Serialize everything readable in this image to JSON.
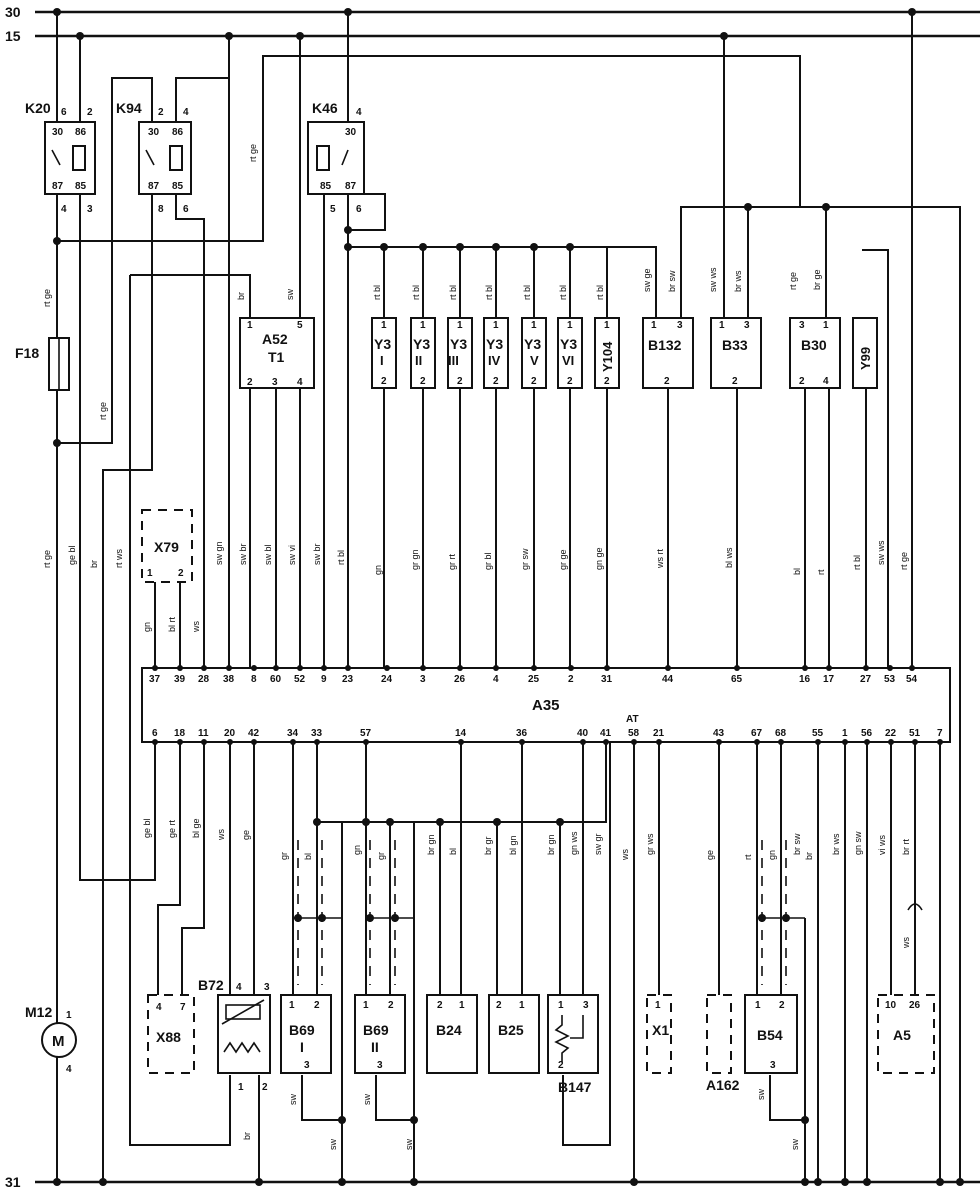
{
  "rails": [
    {
      "id": "30",
      "label": "30"
    },
    {
      "id": "15",
      "label": "15"
    },
    {
      "id": "31",
      "label": "31"
    }
  ],
  "components": {
    "K20": {
      "label": "K20",
      "pins": [
        "6",
        "2",
        "30",
        "86",
        "87",
        "85",
        "4",
        "3"
      ]
    },
    "K94": {
      "label": "K94",
      "pins": [
        "2",
        "4",
        "30",
        "86",
        "87",
        "85",
        "8",
        "6"
      ]
    },
    "K46": {
      "label": "K46",
      "pins": [
        "4",
        "30",
        "85",
        "87",
        "5",
        "6"
      ]
    },
    "F18": {
      "label": "F18"
    },
    "A52": {
      "label": "A52",
      "sub": "T1",
      "pins": [
        "1",
        "5",
        "2",
        "3",
        "4"
      ]
    },
    "Y3_I": {
      "label": "Y3",
      "sub": "I",
      "pins": [
        "1",
        "2"
      ]
    },
    "Y3_II": {
      "label": "Y3",
      "sub": "II",
      "pins": [
        "1",
        "2"
      ]
    },
    "Y3_III": {
      "label": "Y3",
      "sub": "III",
      "pins": [
        "1",
        "2"
      ]
    },
    "Y3_IV": {
      "label": "Y3",
      "sub": "IV",
      "pins": [
        "1",
        "2"
      ]
    },
    "Y3_V": {
      "label": "Y3",
      "sub": "V",
      "pins": [
        "1",
        "2"
      ]
    },
    "Y3_VI": {
      "label": "Y3",
      "sub": "VI",
      "pins": [
        "1",
        "2"
      ]
    },
    "Y104": {
      "label": "Y104",
      "pins": [
        "1",
        "2"
      ]
    },
    "B132": {
      "label": "B132",
      "pins": [
        "1",
        "3",
        "2"
      ]
    },
    "B33": {
      "label": "B33",
      "pins": [
        "1",
        "3",
        "2"
      ]
    },
    "B30": {
      "label": "B30",
      "pins": [
        "3",
        "1",
        "2",
        "4"
      ]
    },
    "Y99": {
      "label": "Y99"
    },
    "X79": {
      "label": "X79",
      "pins": [
        "1",
        "2"
      ]
    },
    "A35": {
      "label": "A35",
      "at": "AT",
      "top_pins": [
        "37",
        "39",
        "28",
        "38",
        "8",
        "60",
        "52",
        "9",
        "23",
        "24",
        "3",
        "26",
        "4",
        "25",
        "2",
        "31",
        "44",
        "65",
        "16",
        "17",
        "27",
        "53",
        "54"
      ],
      "bottom_pins": [
        "6",
        "18",
        "11",
        "20",
        "42",
        "34",
        "33",
        "57",
        "14",
        "36",
        "40",
        "41",
        "58",
        "21",
        "43",
        "67",
        "68",
        "55",
        "1",
        "56",
        "22",
        "51",
        "7"
      ]
    },
    "M12": {
      "label": "M12",
      "symbol": "M",
      "pins": [
        "1",
        "4"
      ]
    },
    "X88": {
      "label": "X88",
      "pins": [
        "4",
        "7"
      ]
    },
    "B72": {
      "label": "B72",
      "pins": [
        "4",
        "3",
        "1",
        "2"
      ]
    },
    "B69_I": {
      "label": "B69",
      "sub": "I",
      "pins": [
        "1",
        "2",
        "3"
      ]
    },
    "B69_II": {
      "label": "B69",
      "sub": "II",
      "pins": [
        "1",
        "2",
        "3"
      ]
    },
    "B24": {
      "label": "B24",
      "pins": [
        "2",
        "1"
      ]
    },
    "B25": {
      "label": "B25",
      "pins": [
        "2",
        "1"
      ]
    },
    "B147": {
      "label": "B147",
      "pins": [
        "1",
        "3",
        "2"
      ]
    },
    "X1": {
      "label": "X1",
      "pins": [
        "1"
      ]
    },
    "A162": {
      "label": "A162"
    },
    "B54": {
      "label": "B54",
      "pins": [
        "1",
        "2",
        "3"
      ]
    },
    "A5": {
      "label": "A5",
      "pins": [
        "10",
        "26"
      ]
    }
  },
  "wire_colors": {
    "k20_f18": "rt ge",
    "k94_86": "rt ge",
    "k20_85": "rt ge",
    "a52_1": "br",
    "a52_5": "sw",
    "y3_1": "rt bl",
    "b132_1": "sw ge",
    "b132_3": "br sw",
    "b33_1": "sw ws",
    "b33_3": "br ws",
    "b30_3": "rt ge",
    "b30_1": "br ge",
    "f18_down": "rt ge",
    "m12_37": "ge bl",
    "br_28": "br",
    "rtws_38": "rt ws",
    "p8": "sw gn",
    "p60": "sw br",
    "p52": "sw bl",
    "p9": "sw vi",
    "p23": "sw br",
    "p23b": "rt bl",
    "p24": "gn",
    "p3": "gr gn",
    "p26": "gr rt",
    "p4": "gr bl",
    "p25": "gr sw",
    "p2": "gr ge",
    "p31": "gn ge",
    "p44": "ws rt",
    "p65": "bl ws",
    "p16": "bl",
    "p17": "rt",
    "p27": "rt bl",
    "p53": "sw ws",
    "p54": "rt ge",
    "x79_1": "gn",
    "x79_2": "bl rt",
    "x79_ws": "ws",
    "b6": "ge bl",
    "b18": "ge rt",
    "b11": "bl ge",
    "b20": "ws",
    "b42": "ge",
    "b34": "gr",
    "b33": "bl",
    "b57": "gn",
    "b57b": "gr",
    "b24a": "br gn",
    "b24b": "bl",
    "b25a": "br gr",
    "b25b": "bl gn",
    "b147a": "br gn",
    "b40": "gn ws",
    "b41": "sw gr",
    "b58": "ws",
    "b21": "gr ws",
    "b43": "ge",
    "b67": "rt",
    "b68": "gn",
    "b68b": "br sw",
    "b55": "br",
    "b1": "br ws",
    "b56": "gn sw",
    "b22": "vi ws",
    "b51": "br rt",
    "a5_ws": "ws",
    "b72_br": "br",
    "b69_sw": "sw",
    "b69ii_sw": "sw",
    "b54_sw": "sw",
    "bottom_sw": "sw"
  }
}
